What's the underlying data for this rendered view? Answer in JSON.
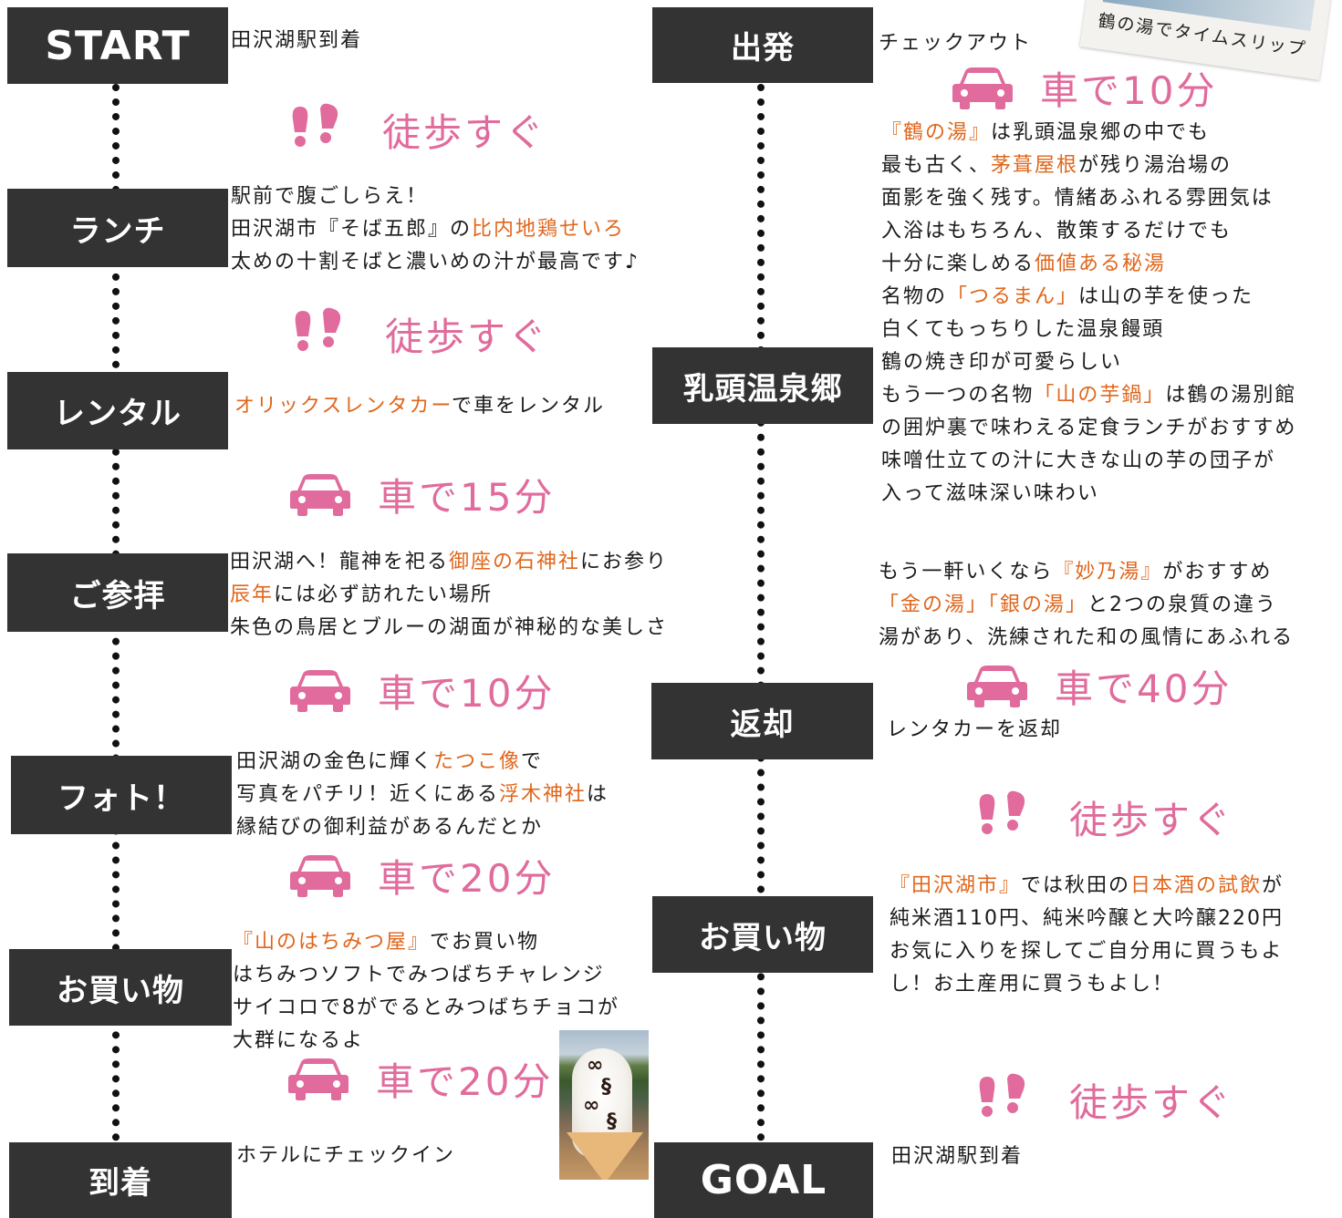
{
  "left": {
    "steps": [
      {
        "label": "START"
      },
      {
        "label": "ランチ"
      },
      {
        "label": "レンタル"
      },
      {
        "label": "ご参拝"
      },
      {
        "label": "フォト！"
      },
      {
        "label": "お買い物"
      },
      {
        "label": "到着"
      }
    ],
    "start_text": [
      "田沢湖駅到着"
    ],
    "lunch_text": [
      [
        {
          "t": "駅前で腹ごしらえ！"
        }
      ],
      [
        {
          "t": "田沢湖市『そば五郎』の"
        },
        {
          "t": "比内地鶏せいろ",
          "hl": true
        }
      ],
      [
        {
          "t": "太めの十割そばと濃いめの汁が最高です♪"
        }
      ]
    ],
    "rental_text": [
      [
        {
          "t": "オリックスレンタカー",
          "hl": true
        },
        {
          "t": "で車をレンタル"
        }
      ]
    ],
    "shrine_text": [
      [
        {
          "t": "田沢湖へ！龍神を祀る"
        },
        {
          "t": "御座の石神社",
          "hl": true
        },
        {
          "t": "にお参り"
        }
      ],
      [
        {
          "t": "辰年",
          "hl": true
        },
        {
          "t": "には必ず訪れたい場所"
        }
      ],
      [
        {
          "t": "朱色の鳥居とブルーの湖面が神秘的な美しさ"
        }
      ]
    ],
    "photo_text": [
      [
        {
          "t": "田沢湖の金色に輝く"
        },
        {
          "t": "たつこ像",
          "hl": true
        },
        {
          "t": "で"
        }
      ],
      [
        {
          "t": "写真をパチリ！近くにある"
        },
        {
          "t": "浮木神社",
          "hl": true
        },
        {
          "t": "は"
        }
      ],
      [
        {
          "t": "縁結びの御利益があるんだとか"
        }
      ]
    ],
    "shop_text": [
      [
        {
          "t": "『山のはちみつ屋』",
          "hl": true
        },
        {
          "t": "でお買い物"
        }
      ],
      [
        {
          "t": "はちみつソフトでみつばちチャレンジ"
        }
      ],
      [
        {
          "t": "サイコロで8がでるとみつばちチョコが"
        }
      ],
      [
        {
          "t": "大群になるよ"
        }
      ]
    ],
    "arrive_text": [
      "ホテルにチェックイン"
    ],
    "transports": [
      {
        "mode": "walk",
        "text": "徒歩すぐ"
      },
      {
        "mode": "walk",
        "text": "徒歩すぐ"
      },
      {
        "mode": "car",
        "text": "車で15分"
      },
      {
        "mode": "car",
        "text": "車で10分"
      },
      {
        "mode": "car",
        "text": "車で20分"
      },
      {
        "mode": "car",
        "text": "車で20分"
      }
    ]
  },
  "right": {
    "steps": [
      {
        "label": "出発"
      },
      {
        "label": "乳頭温泉郷"
      },
      {
        "label": "返却"
      },
      {
        "label": "お買い物"
      },
      {
        "label": "GOAL"
      }
    ],
    "depart_text": [
      "チェックアウト"
    ],
    "onsen_text": [
      [
        {
          "t": "『鶴の湯』",
          "hl": true
        },
        {
          "t": "は乳頭温泉郷の中でも"
        }
      ],
      [
        {
          "t": "最も古く、"
        },
        {
          "t": "茅葺屋根",
          "hl": true
        },
        {
          "t": "が残り湯治場の"
        }
      ],
      [
        {
          "t": "面影を強く残す。情緒あふれる雰囲気は"
        }
      ],
      [
        {
          "t": "入浴はもちろん、散策するだけでも"
        }
      ],
      [
        {
          "t": "十分に楽しめる"
        },
        {
          "t": "価値ある秘湯",
          "hl": true
        }
      ],
      [
        {
          "t": "名物の"
        },
        {
          "t": "「つるまん」",
          "hl": true
        },
        {
          "t": "は山の芋を使った"
        }
      ],
      [
        {
          "t": "白くてもっちりした温泉饅頭"
        }
      ],
      [
        {
          "t": "鶴の焼き印が可愛らしい"
        }
      ],
      [
        {
          "t": "もう一つの名物"
        },
        {
          "t": "「山の芋鍋」",
          "hl": true
        },
        {
          "t": "は鶴の湯別館"
        }
      ],
      [
        {
          "t": "の囲炉裏で味わえる定食ランチがおすすめ"
        }
      ],
      [
        {
          "t": "味噌仕立ての汁に大きな山の芋の団子が"
        }
      ],
      [
        {
          "t": "入って滋味深い味わい"
        }
      ]
    ],
    "more_text": [
      [
        {
          "t": "もう一軒いくなら"
        },
        {
          "t": "『妙乃湯』",
          "hl": true
        },
        {
          "t": "がおすすめ"
        }
      ],
      [
        {
          "t": "「金の湯」「銀の湯」",
          "hl": true
        },
        {
          "t": "と2つの泉質の違う"
        }
      ],
      [
        {
          "t": "湯があり、洗練された和の風情にあふれる"
        }
      ]
    ],
    "return_text": [
      "レンタカーを返却"
    ],
    "shop_text": [
      [
        {
          "t": "『田沢湖市』",
          "hl": true
        },
        {
          "t": "では秋田の"
        },
        {
          "t": "日本酒の試飲",
          "hl": true
        },
        {
          "t": "が"
        }
      ],
      [
        {
          "t": "純米酒110円、純米吟醸と大吟醸220円"
        }
      ],
      [
        {
          "t": "お気に入りを探してご自分用に買うもよ"
        }
      ],
      [
        {
          "t": "し！お土産用に買うもよし！"
        }
      ]
    ],
    "goal_text": [
      "田沢湖駅到着"
    ],
    "transports": [
      {
        "mode": "car",
        "text": "車で10分"
      },
      {
        "mode": "car",
        "text": "車で40分"
      },
      {
        "mode": "walk",
        "text": "徒歩すぐ"
      },
      {
        "mode": "walk",
        "text": "徒歩すぐ"
      }
    ]
  },
  "polaroid_caption": "鶴の湯でタイムスリップ",
  "colors": {
    "accent_pink": "#e06b9c",
    "highlight_orange": "#e0661b",
    "box_dark": "#333333"
  }
}
